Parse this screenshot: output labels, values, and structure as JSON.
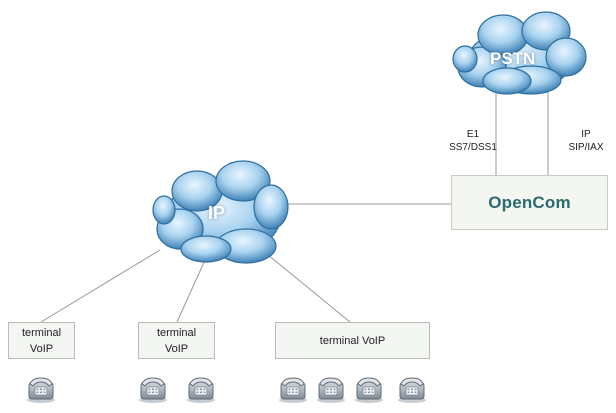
{
  "clouds": {
    "pstn_label": "PSTN",
    "ip_label": "IP"
  },
  "opencom": {
    "label": "OpenCom"
  },
  "links": {
    "e1_line1": "E1",
    "e1_line2": "SS7/DSS1",
    "ip_line1": "IP",
    "ip_line2": "SIP/IAX"
  },
  "terminals": [
    {
      "line1": "terminal",
      "line2": "VoIP"
    },
    {
      "line1": "terminal",
      "line2": "VoIP"
    },
    {
      "line1": "terminal VoIP"
    }
  ],
  "colors": {
    "cloud_light": "#d9ecf8",
    "cloud_mid": "#8fc1e3",
    "cloud_dark": "#2f6f9f",
    "box_fill": "#f3f6f2",
    "box_border": "#b8beb6",
    "opencom_text": "#2b6a6e",
    "line": "#9a9a9a",
    "phone_body": "#8f9aa3"
  },
  "icons": {
    "cloud": "cloud-icon",
    "phone": "desk-phone-icon"
  }
}
